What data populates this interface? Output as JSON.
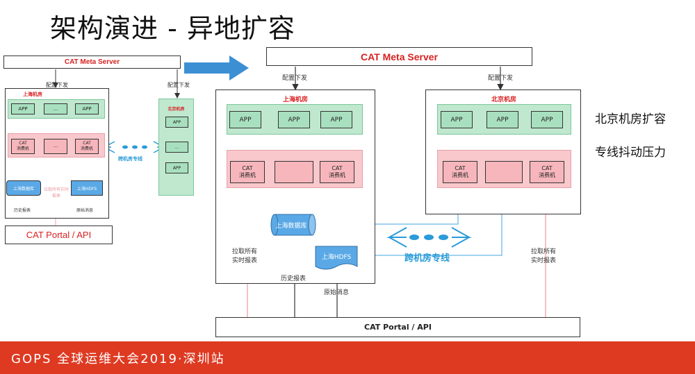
{
  "title": "架构演进 - 异地扩容",
  "left_diagram": {
    "meta_server": "CAT Meta Server",
    "config_push_1": "配置下发",
    "config_push_2": "配置下发",
    "shanghai_room": "上海机房",
    "beijing_room": "北京机房",
    "app_1": "APP",
    "app_2": "...",
    "app_3": "APP",
    "cat_1": "CAT",
    "cat_1_sub": "消费机",
    "cat_2": "...",
    "cat_3": "CAT",
    "cat_3_sub": "消费机",
    "bj_app_1": "APP",
    "bj_app_2": "...",
    "bj_app_3": "APP",
    "cross_room_line": "跨机房专线",
    "db": "上海数据库",
    "hdfs": "上海HDFS",
    "pull_realtime": "拉取所有实时报表",
    "history_report": "历史报表",
    "raw_message": "原始消息",
    "portal": "CAT Portal / API"
  },
  "main_diagram": {
    "meta_server": "CAT Meta Server",
    "config_push_sh": "配置下发",
    "config_push_bj": "配置下发",
    "shanghai_room": "上海机房",
    "beijing_room": "北京机房",
    "sh_apps": [
      "APP",
      "APP",
      "APP"
    ],
    "bj_apps": [
      "APP",
      "APP",
      "APP"
    ],
    "cat_label": "CAT",
    "cat_sub": "消费机",
    "db": "上海数据库",
    "hdfs": "上海HDFS",
    "cross_room_line": "跨机房专线",
    "pull_realtime_left_1": "拉取所有",
    "pull_realtime_left_2": "实时报表",
    "pull_realtime_right_1": "拉取所有",
    "pull_realtime_right_2": "实时报表",
    "history_report": "历史报表",
    "raw_message": "原始消息",
    "portal": "CAT Portal / API"
  },
  "notes": [
    "北京机房扩容",
    "专线抖动压力"
  ],
  "footer": "GOPS 全球运维大会2019·深圳站",
  "colors": {
    "accent_red": "#d92020",
    "app_green": "#a8e0bf",
    "cat_pink": "#f6b6bb",
    "cross_line_blue": "#2a9bd8",
    "footer_red": "#de3a22"
  }
}
